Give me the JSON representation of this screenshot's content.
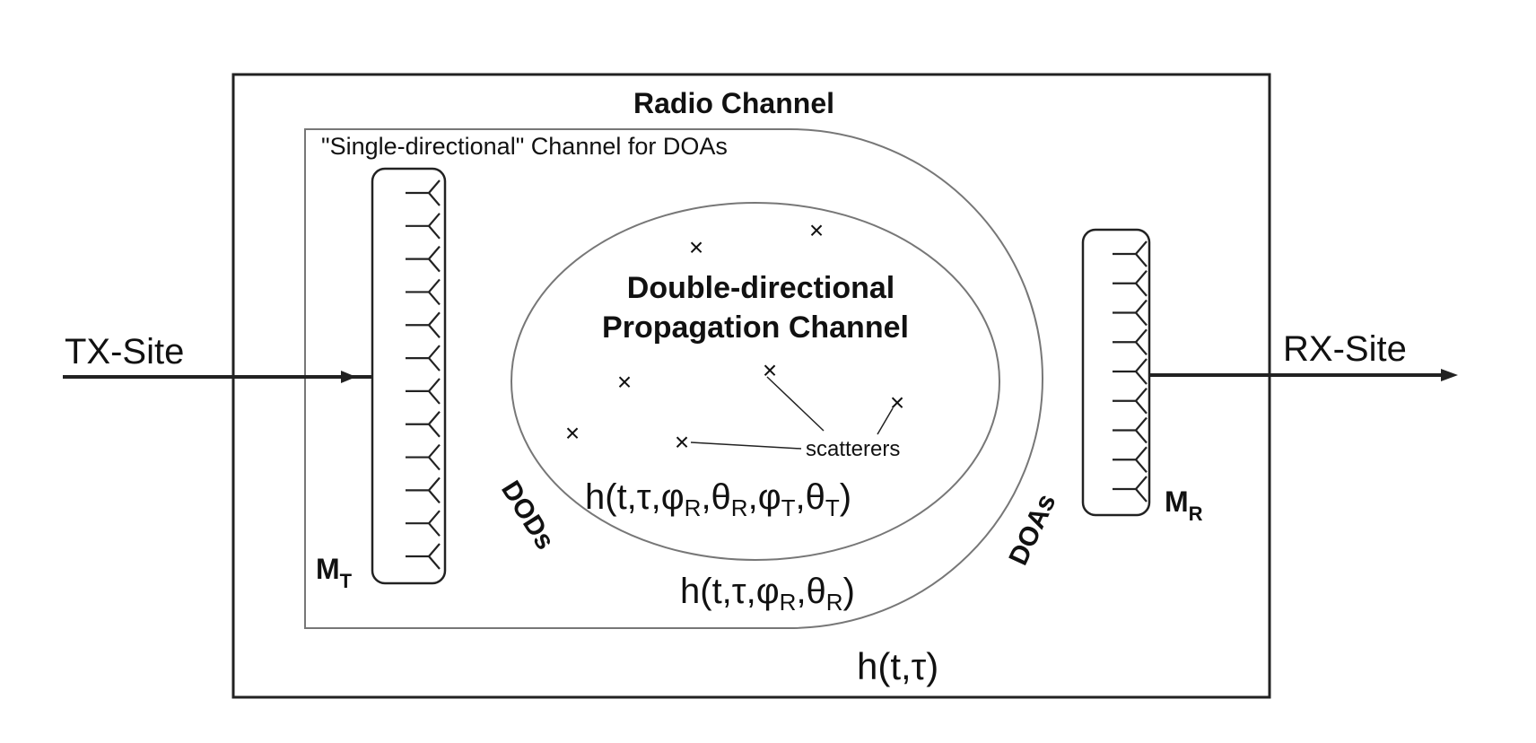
{
  "diagram": {
    "title": "Radio Channel",
    "single_directional_label": "\"Single-directional\" Channel for DOAs",
    "double_directional_line1": "Double-directional",
    "double_directional_line2": "Propagation Channel",
    "scatterers_label": "scatterers",
    "tx_site": "TX-Site",
    "rx_site": "RX-Site",
    "tx_array": {
      "main": "M",
      "sub": "T"
    },
    "rx_array": {
      "main": "M",
      "sub": "R"
    },
    "dods": "DODs",
    "doas": "DOAs",
    "eq_double": "h(t,τ,φ_R,θ_R,φ_T,θ_T)",
    "eq_single": "h(t,τ,φ_R,θ_R)",
    "eq_radio": "h(t,τ)",
    "scatterer_marker": "×",
    "tx_antenna_count": 12,
    "rx_antenna_count": 9,
    "line_color": "#222222",
    "boundary_color": "#777777"
  }
}
